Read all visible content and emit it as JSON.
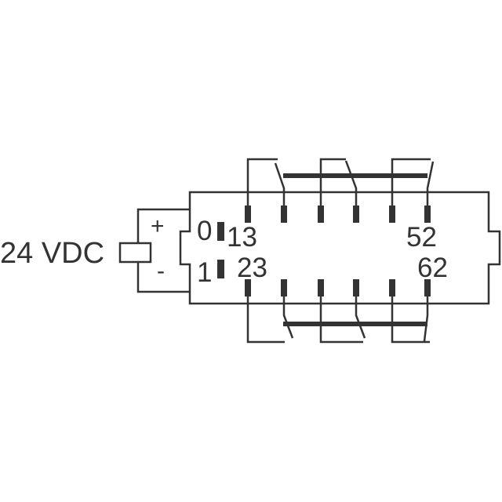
{
  "supply_label": "24 VDC",
  "coil": {
    "plus": "+",
    "minus": "-"
  },
  "inputs": {
    "zero": "0",
    "one": "1"
  },
  "terminals": {
    "t13": "13",
    "t23": "23",
    "t52": "52",
    "t62": "62"
  },
  "colors": {
    "line": "#333333",
    "background": "#ffffff"
  }
}
